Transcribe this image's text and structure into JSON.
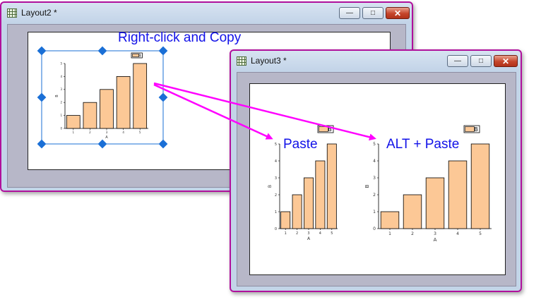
{
  "windows": {
    "layout2": {
      "title": "Layout2 *"
    },
    "layout3": {
      "title": "Layout3 *"
    }
  },
  "controls": {
    "minimize": "—",
    "maximize": "□",
    "close": "✕"
  },
  "annotations": {
    "copy": "Right-click and Copy",
    "paste": "Paste",
    "alt_paste": "ALT + Paste"
  },
  "colors": {
    "window_border": "#b0109c",
    "annotation_text": "#1212e8",
    "arrow": "#ff00ff",
    "bar_fill": "#fcc896",
    "selection_handle": "#1a6fd6"
  },
  "chart_data": {
    "type": "bar",
    "categories": [
      "1",
      "2",
      "3",
      "4",
      "5"
    ],
    "values": [
      1,
      2,
      3,
      4,
      5
    ],
    "xlabel": "A",
    "ylabel": "B",
    "ylim": [
      0,
      5
    ],
    "yticks": [
      "0",
      "1",
      "2",
      "3",
      "4",
      "5"
    ],
    "legend_placement": "top-right"
  }
}
